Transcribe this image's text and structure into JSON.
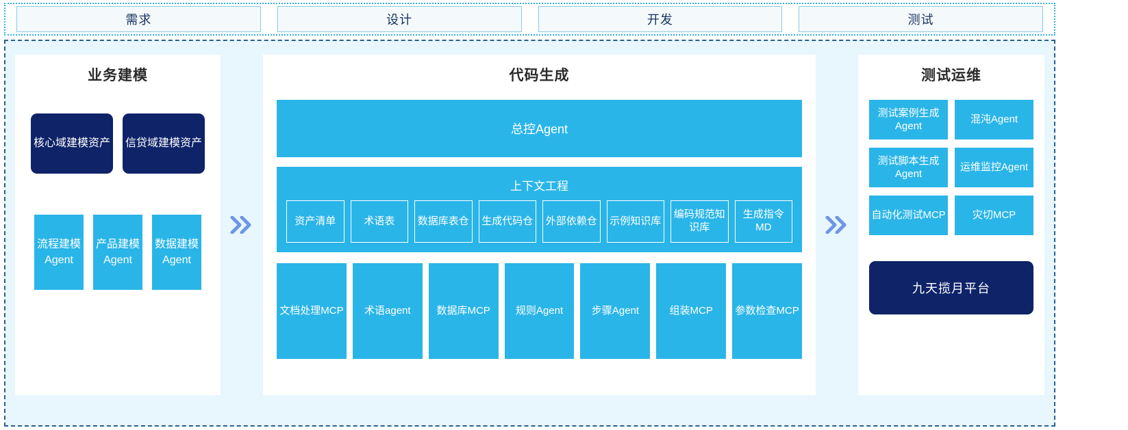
{
  "colors": {
    "canvas_bg": "#e8f6fd",
    "panel_bg": "#ffffff",
    "accent_blue": "#2ab5e8",
    "navy": "#0e2368",
    "arrow_blue": "#6e95e8",
    "phase_border": "#8cc8dd",
    "dashed_border": "#2b5f8e",
    "dotted_border": "#2bb3e0"
  },
  "phases": [
    {
      "label": "需求"
    },
    {
      "label": "设计"
    },
    {
      "label": "开发"
    },
    {
      "label": "测试"
    }
  ],
  "left_panel": {
    "title": "业务建模",
    "assets": [
      {
        "label": "核心域建模资产"
      },
      {
        "label": "信贷域建模资产"
      }
    ],
    "agents": [
      {
        "label": "流程建模Agent"
      },
      {
        "label": "产品建模Agent"
      },
      {
        "label": "数据建模Agent"
      }
    ]
  },
  "center_panel": {
    "title": "代码生成",
    "master_agent": "总控Agent",
    "context_title": "上下文工程",
    "context_chips": [
      {
        "label": "资产清单"
      },
      {
        "label": "术语表"
      },
      {
        "label": "数据库表仓"
      },
      {
        "label": "生成代码仓"
      },
      {
        "label": "外部依赖仓"
      },
      {
        "label": "示例知识库"
      },
      {
        "label": "编码规范知识库"
      },
      {
        "label": "生成指令MD"
      }
    ],
    "tools": [
      {
        "label": "文档处理MCP"
      },
      {
        "label": "术语agent"
      },
      {
        "label": "数据库MCP"
      },
      {
        "label": "规则Agent"
      },
      {
        "label": "步骤Agent"
      },
      {
        "label": "组装MCP"
      },
      {
        "label": "参数检查MCP"
      }
    ]
  },
  "right_panel": {
    "title": "测试运维",
    "cards": [
      {
        "label": "测试案例生成Agent"
      },
      {
        "label": "混沌Agent"
      },
      {
        "label": "测试脚本生成Agent"
      },
      {
        "label": "运维监控Agent"
      },
      {
        "label": "自动化测试MCP"
      },
      {
        "label": "灾切MCP"
      }
    ],
    "platform": "九天揽月平台"
  },
  "arrows": [
    {
      "name": "double-chevron-right-icon"
    },
    {
      "name": "double-chevron-right-icon"
    }
  ]
}
